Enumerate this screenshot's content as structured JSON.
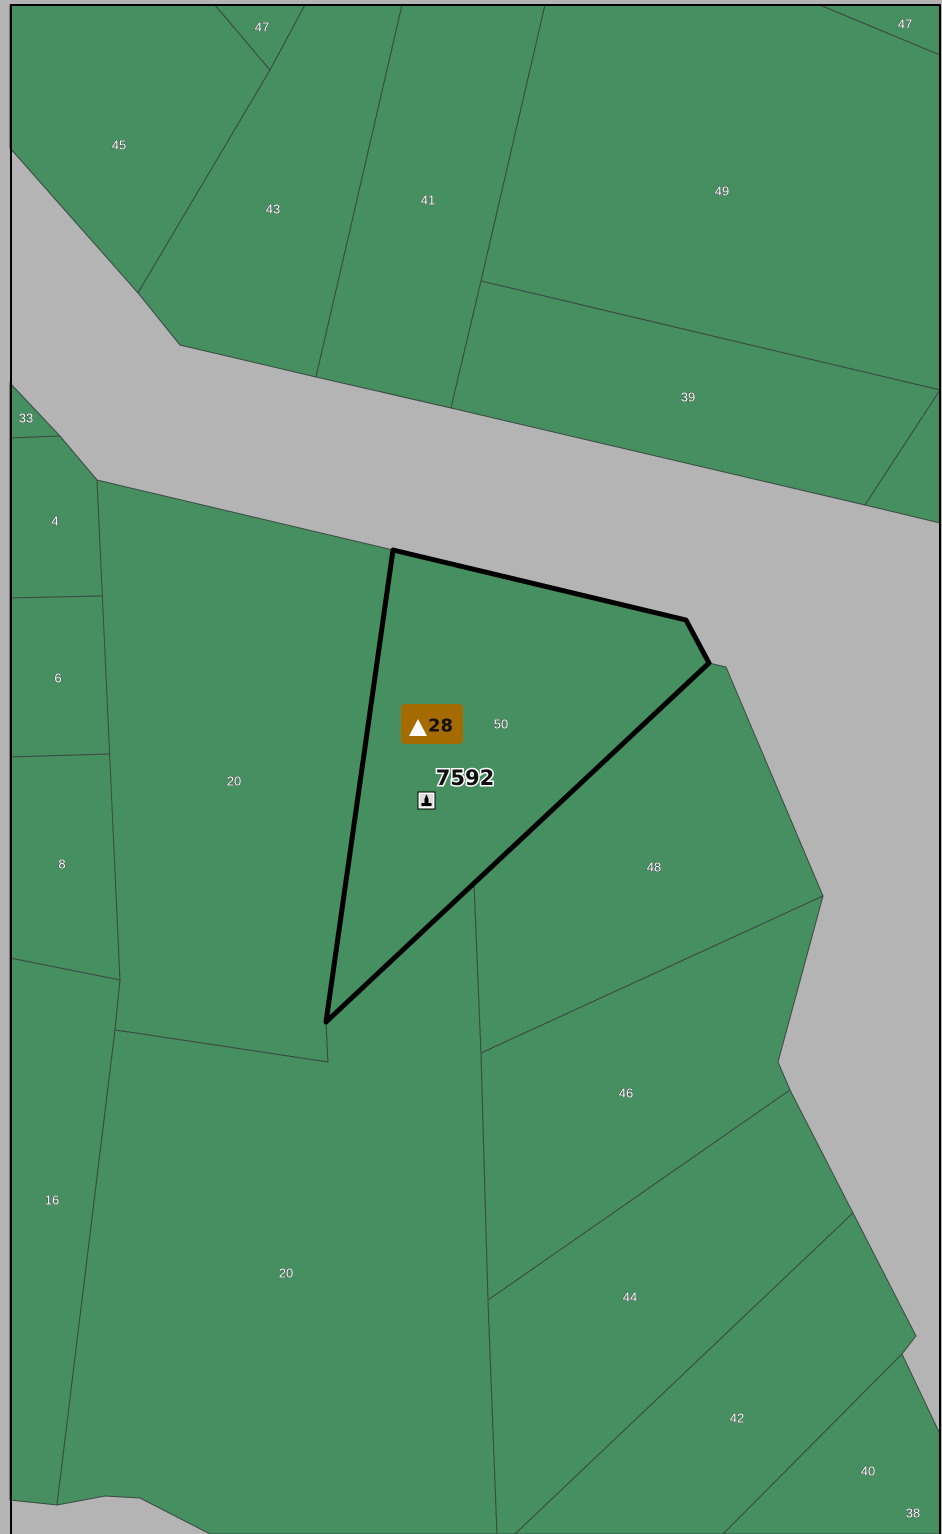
{
  "map": {
    "selected_parcel_id": "7592",
    "badge": {
      "icon": "triangle-marker-icon",
      "value": "28",
      "color": "#a56a00"
    },
    "monument_icon": "monument-icon",
    "colors": {
      "parcel": "#468f61",
      "road": "#b4b4b4",
      "border": "#000000"
    },
    "parcel_labels": [
      "47",
      "47",
      "45",
      "43",
      "41",
      "49",
      "39",
      "33",
      "4",
      "6",
      "8",
      "16",
      "20",
      "20",
      "50",
      "48",
      "46",
      "44",
      "42",
      "40",
      "38"
    ]
  }
}
